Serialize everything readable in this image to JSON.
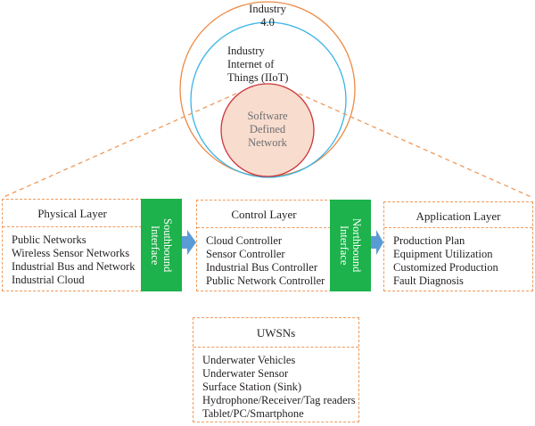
{
  "circles": {
    "outer": {
      "label": "Industry 4.0",
      "color": "#ec8a45"
    },
    "middle": {
      "label": "Industry Internet of Things (IIoT)",
      "color": "#3ab4e6"
    },
    "inner": {
      "label": "Software Defined Network",
      "color": "#c9373c",
      "fill": "#f8dccd"
    }
  },
  "labels": {
    "outer_l1": "Industry",
    "outer_l2": "4.0",
    "middle_l1": "Industry",
    "middle_l2": "Internet of",
    "middle_l3": "Things (IIoT)",
    "inner_l1": "Software",
    "inner_l2": "Defined",
    "inner_l3": "Network"
  },
  "physical": {
    "title": "Physical Layer",
    "items": [
      "Public Networks",
      "Wireless Sensor Networks",
      "Industrial Bus and Network",
      "Industrial Cloud"
    ]
  },
  "southbound": {
    "label": "Southbound Interface"
  },
  "control": {
    "title": "Control Layer",
    "items": [
      "Cloud Controller",
      "Sensor Controller",
      "Industrial Bus Controller",
      "Public Network Controller"
    ]
  },
  "northbound": {
    "label": "Northbound Interface"
  },
  "application": {
    "title": "Application Layer",
    "items": [
      "Production Plan",
      "Equipment Utilization",
      "Customized Production",
      "Fault Diagnosis"
    ]
  },
  "uwsns": {
    "title": "UWSNs",
    "items": [
      "Underwater Vehicles",
      "Underwater Sensor",
      "Surface Station (Sink)",
      "Hydrophone/Receiver/Tag readers",
      "Tablet/PC/Smartphone"
    ]
  },
  "colors": {
    "dash": "#ef9a5b",
    "interface": "#1db24b",
    "arrow": "#5b9bd5"
  }
}
